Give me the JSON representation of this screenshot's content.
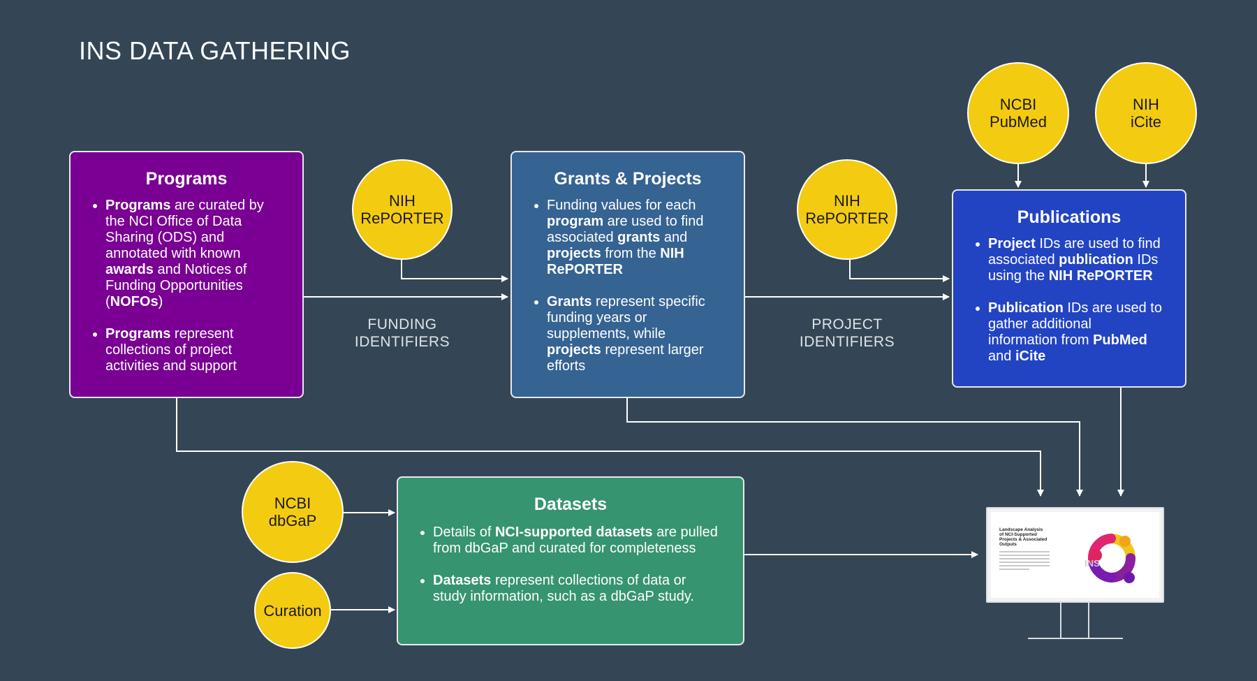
{
  "title": "INS DATA GATHERING",
  "colors": {
    "background": "#344655",
    "programs": "#790092",
    "grants": "#356392",
    "publications": "#2244c3",
    "datasets": "#369470",
    "source_circle": "#f3cb10",
    "connector": "#ffffff"
  },
  "boxes": {
    "programs": {
      "heading": "Programs",
      "bullets": [
        [
          {
            "t": "Programs",
            "b": true
          },
          {
            "t": " are curated by the NCI Office of Data Sharing (ODS) and annotated with known "
          },
          {
            "t": "awards",
            "b": true
          },
          {
            "t": " and Notices of Funding Opportunities ("
          },
          {
            "t": "NOFOs",
            "b": true
          },
          {
            "t": ")"
          }
        ],
        [
          {
            "t": "Programs",
            "b": true
          },
          {
            "t": " represent collections of project activities and support"
          }
        ]
      ]
    },
    "grants": {
      "heading": "Grants & Projects",
      "bullets": [
        [
          {
            "t": "Funding values for each "
          },
          {
            "t": "program",
            "b": true
          },
          {
            "t": " are used to find associated "
          },
          {
            "t": "grants",
            "b": true
          },
          {
            "t": " and "
          },
          {
            "t": "projects",
            "b": true
          },
          {
            "t": " from the "
          },
          {
            "t": "NIH RePORTER",
            "b": true
          }
        ],
        [
          {
            "t": "Grants",
            "b": true
          },
          {
            "t": " represent specific funding years or supplements, while "
          },
          {
            "t": "projects",
            "b": true
          },
          {
            "t": " represent larger efforts"
          }
        ]
      ]
    },
    "publications": {
      "heading": "Publications",
      "bullets": [
        [
          {
            "t": "Project",
            "b": true
          },
          {
            "t": " IDs are used to find associated "
          },
          {
            "t": "publication",
            "b": true
          },
          {
            "t": " IDs using the "
          },
          {
            "t": "NIH RePORTER",
            "b": true
          }
        ],
        [
          {
            "t": "Publication",
            "b": true
          },
          {
            "t": " IDs are used to gather additional information from "
          },
          {
            "t": "PubMed",
            "b": true
          },
          {
            "t": " and "
          },
          {
            "t": "iCite",
            "b": true
          }
        ]
      ]
    },
    "datasets": {
      "heading": "Datasets",
      "bullets": [
        [
          {
            "t": "Details of "
          },
          {
            "t": "NCI-supported datasets",
            "b": true
          },
          {
            "t": " are pulled from dbGaP and curated for completeness"
          }
        ],
        [
          {
            "t": "Datasets",
            "b": true
          },
          {
            "t": " represent collections of data or study information, such as a dbGaP study."
          }
        ]
      ]
    }
  },
  "sources": {
    "reporter_1": [
      "NIH",
      "RePORTER"
    ],
    "reporter_2": [
      "NIH",
      "RePORTER"
    ],
    "pubmed": [
      "NCBI",
      "PubMed"
    ],
    "icite": [
      "NIH",
      "iCite"
    ],
    "dbgap": [
      "NCBI",
      "dbGaP"
    ],
    "curation": [
      "Curation"
    ]
  },
  "edge_labels": {
    "funding": [
      "FUNDING",
      "IDENTIFIERS"
    ],
    "project": [
      "PROJECT",
      "IDENTIFIERS"
    ]
  },
  "monitor": {
    "screen_title": "Landscape Analysis of NCI-Supported Projects & Associated Outputs",
    "logo_text": "INS"
  }
}
